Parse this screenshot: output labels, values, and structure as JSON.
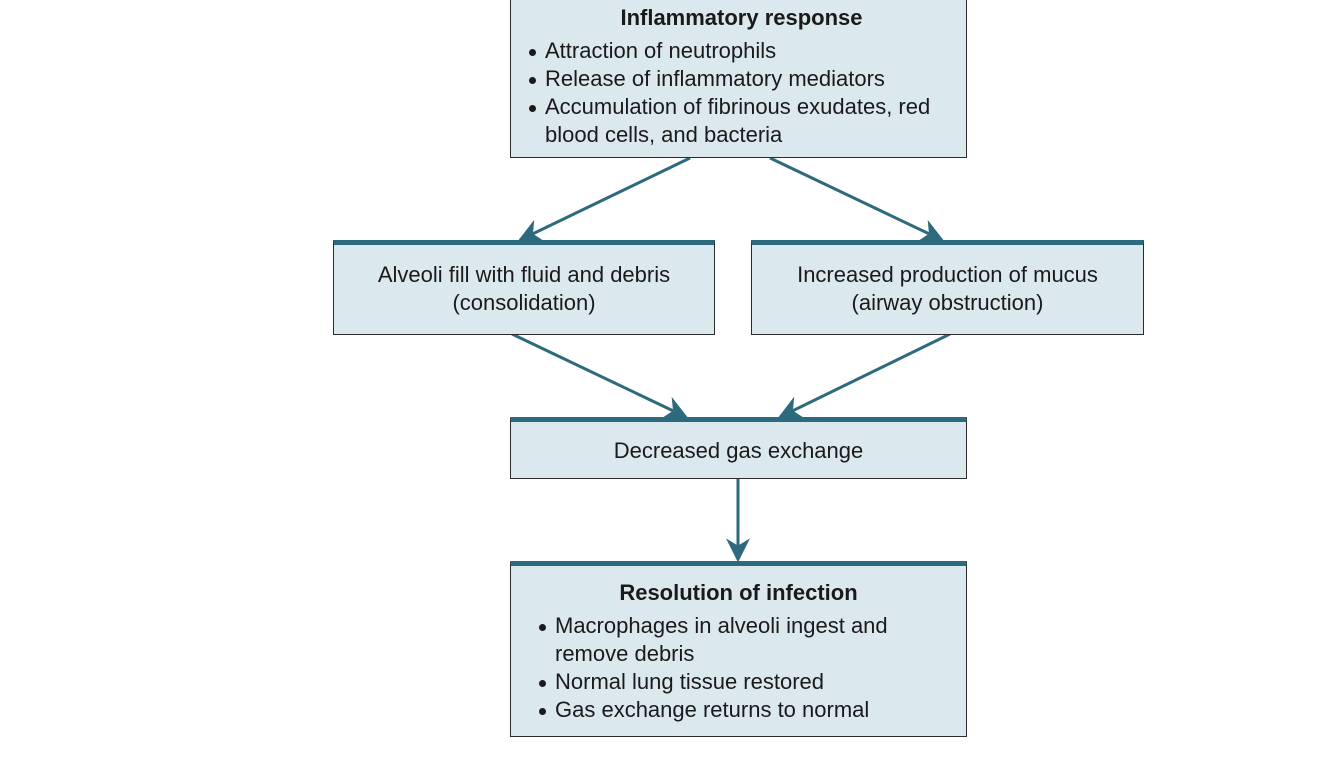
{
  "inflammatory": {
    "title": "Inflammatory response",
    "bullets": [
      "Attraction of neutrophils",
      "Release of inflammatory mediators",
      "Accumulation of fibrinous exudates, red blood cells, and bacteria"
    ]
  },
  "consolidation": {
    "line1": "Alveoli fill with fluid and debris",
    "line2": "(consolidation)"
  },
  "mucus": {
    "line1": "Increased production of mucus",
    "line2": "(airway obstruction)"
  },
  "gas_exchange": {
    "label": "Decreased gas exchange"
  },
  "resolution": {
    "title": "Resolution of infection",
    "bullets": [
      "Macrophages in alveoli ingest and remove debris",
      "Normal lung tissue restored",
      "Gas exchange returns to normal"
    ]
  },
  "colors": {
    "box_fill": "#dbe9ee",
    "accent": "#2e6a7e",
    "border": "#2b2b2b"
  }
}
